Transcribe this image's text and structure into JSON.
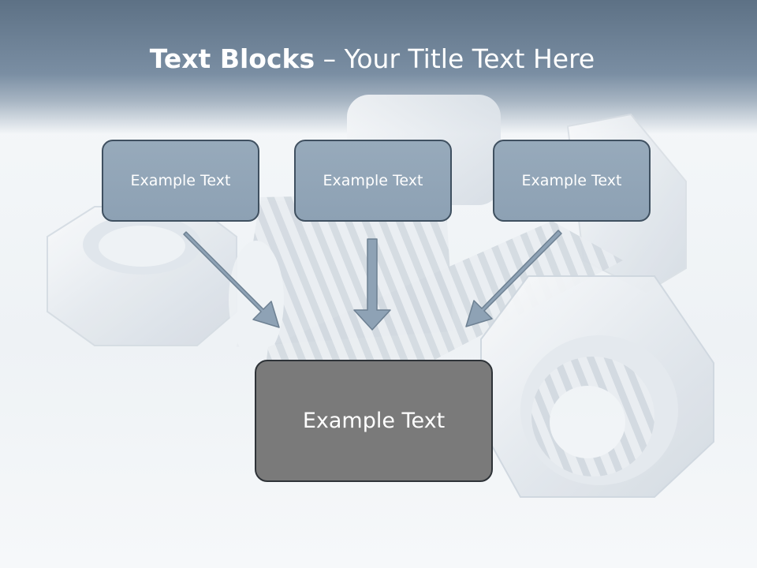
{
  "slide": {
    "title_bold": "Text Blocks",
    "title_rest": " – Your Title Text Here",
    "blocks": [
      {
        "label": "Example Text"
      },
      {
        "label": "Example Text"
      },
      {
        "label": "Example Text"
      }
    ],
    "main_block": {
      "label": "Example Text"
    }
  },
  "colors": {
    "header": "#6b7f94",
    "small_box_fill": "#91a5b8",
    "small_box_border": "#3f5060",
    "main_box_fill": "#7a7a7a",
    "arrow_fill": "#8ea2b5"
  }
}
